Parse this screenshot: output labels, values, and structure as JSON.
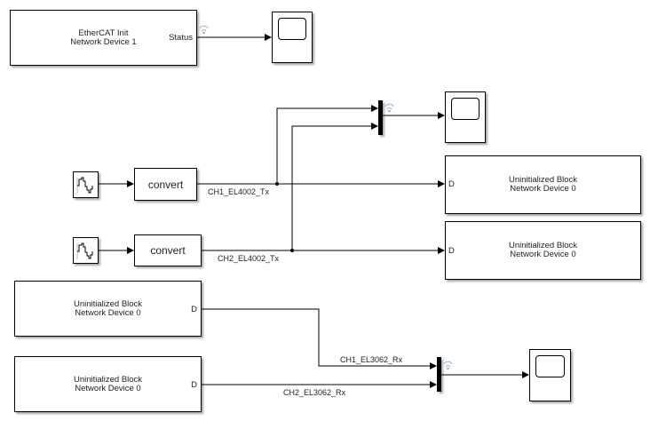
{
  "diagram": {
    "init_block": {
      "line1": "EtherCAT Init",
      "line2": "Network Device 1",
      "output_port": "Status"
    },
    "convert_blocks": [
      {
        "label": "convert"
      },
      {
        "label": "convert"
      }
    ],
    "signal_sources": [
      {
        "icon": "waveform-icon"
      },
      {
        "icon": "waveform-icon"
      }
    ],
    "output_blocks": [
      {
        "line1": "Uninitialized Block",
        "line2": "Network Device 0",
        "input_port": "D"
      },
      {
        "line1": "Uninitialized Block",
        "line2": "Network Device 0",
        "input_port": "D"
      }
    ],
    "input_blocks": [
      {
        "line1": "Uninitialized Block",
        "line2": "Network Device 0",
        "output_port": "D"
      },
      {
        "line1": "Uninitialized Block",
        "line2": "Network Device 0",
        "output_port": "D"
      }
    ],
    "signal_labels": {
      "ch1_tx": "CH1_EL4002_Tx",
      "ch2_tx": "CH2_EL4002_Tx",
      "ch1_rx": "CH1_EL3062_Rx",
      "ch2_rx": "CH2_EL3062_Rx"
    },
    "scopes": [
      {
        "icon": "scope-icon"
      },
      {
        "icon": "scope-icon"
      },
      {
        "icon": "scope-icon"
      }
    ],
    "colors": {
      "line": "#000000",
      "logging_badge": "#8fb4d9"
    }
  }
}
